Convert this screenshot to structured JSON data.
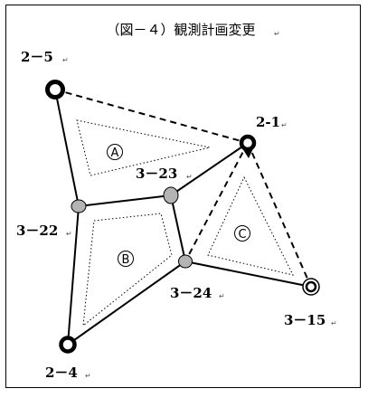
{
  "title": "（図－４）観測計画変更",
  "nodes": [
    {
      "id": "2-5",
      "label": "2－5",
      "type": "control"
    },
    {
      "id": "2-1",
      "label": "2-1",
      "type": "control"
    },
    {
      "id": "2-4",
      "label": "2－4",
      "type": "control"
    },
    {
      "id": "3-15",
      "label": "3－15",
      "type": "double"
    },
    {
      "id": "3-22",
      "label": "3－22",
      "type": "new"
    },
    {
      "id": "3-23",
      "label": "3－23",
      "type": "new"
    },
    {
      "id": "3-24",
      "label": "3－24",
      "type": "new"
    }
  ],
  "edges": [
    {
      "from": "2-5",
      "to": "3-22",
      "style": "solid"
    },
    {
      "from": "3-22",
      "to": "2-4",
      "style": "solid"
    },
    {
      "from": "3-22",
      "to": "3-23",
      "style": "solid"
    },
    {
      "from": "3-23",
      "to": "2-1",
      "style": "solid"
    },
    {
      "from": "3-23",
      "to": "3-24",
      "style": "solid"
    },
    {
      "from": "3-24",
      "to": "2-4",
      "style": "solid"
    },
    {
      "from": "3-24",
      "to": "3-15",
      "style": "solid"
    },
    {
      "from": "2-5",
      "to": "2-1",
      "style": "dashed"
    },
    {
      "from": "2-1",
      "to": "3-24",
      "style": "dashed"
    },
    {
      "from": "2-1",
      "to": "3-15",
      "style": "dashed"
    }
  ],
  "regions": [
    {
      "id": "A",
      "label": "Ⓐ"
    },
    {
      "id": "B",
      "label": "Ⓑ"
    },
    {
      "id": "C",
      "label": "Ⓒ"
    }
  ],
  "colors": {
    "line": "#000000",
    "new_point_fill": "#b4b4b4",
    "background": "#ffffff"
  }
}
